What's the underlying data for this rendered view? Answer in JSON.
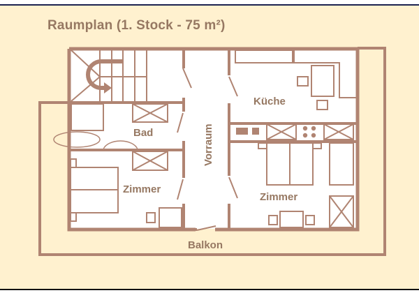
{
  "title": "Raumplan (1. Stock - 75 m²)",
  "colors": {
    "background": "#fff1cf",
    "wall": "#b08472",
    "label": "#967862",
    "room_fill": "#ffffff"
  },
  "rooms": [
    {
      "id": "stairs",
      "label": ""
    },
    {
      "id": "bad",
      "label": "Bad"
    },
    {
      "id": "zimmer-left",
      "label": "Zimmer"
    },
    {
      "id": "vorraum",
      "label": "Vorraum"
    },
    {
      "id": "kueche",
      "label": "Küche"
    },
    {
      "id": "zimmer-right",
      "label": "Zimmer"
    },
    {
      "id": "balkon",
      "label": "Balkon"
    }
  ],
  "labels": {
    "bad": "Bad",
    "zimmer_left": "Zimmer",
    "vorraum": "Vorraum",
    "kueche": "Küche",
    "zimmer_right": "Zimmer",
    "balkon": "Balkon"
  }
}
